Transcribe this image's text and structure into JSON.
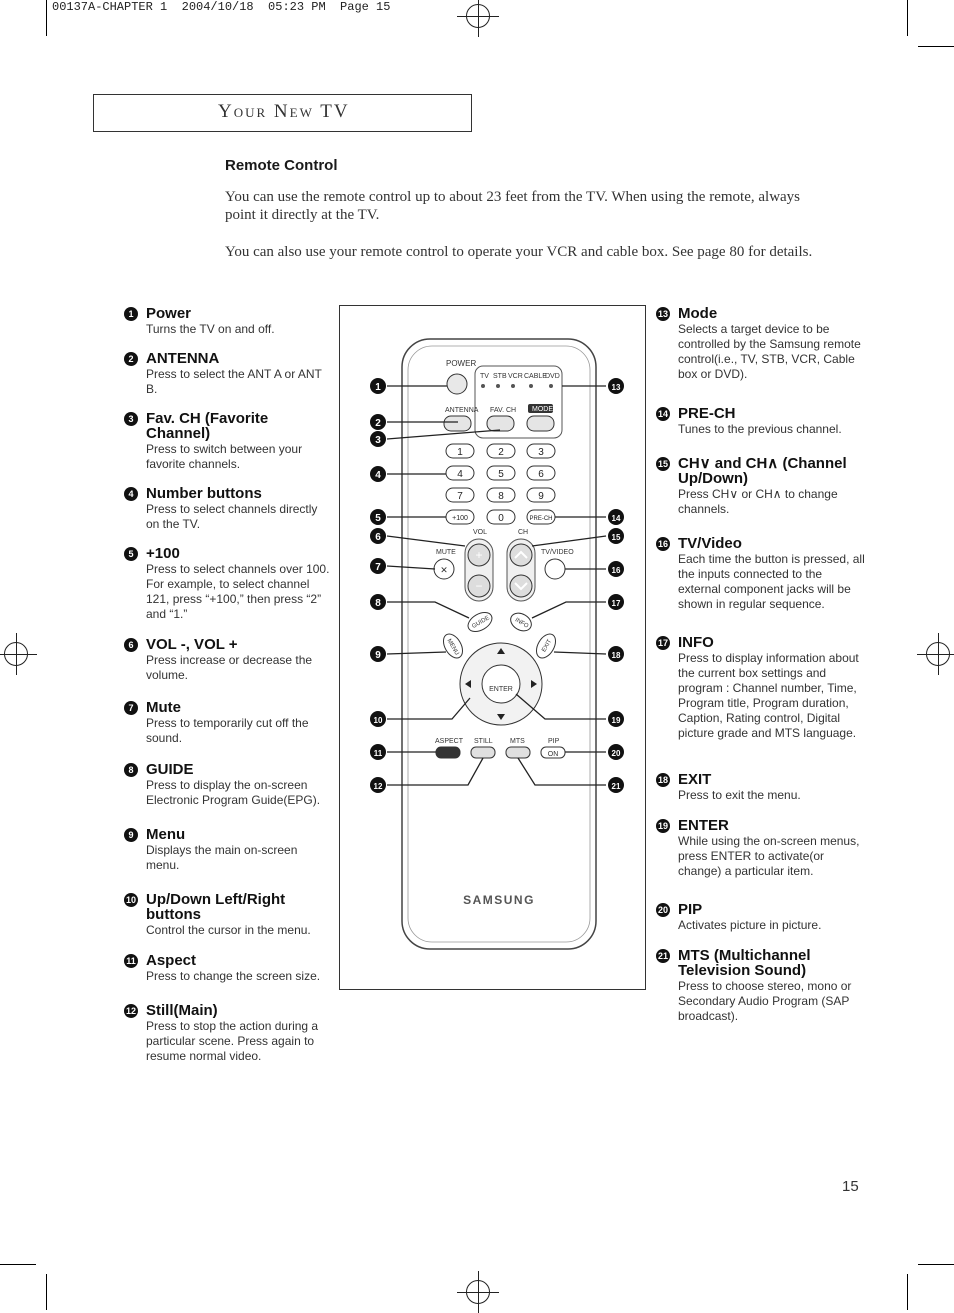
{
  "print_header": "00137A-CHAPTER 1  2004/10/18  05:23 PM  Page 15",
  "section_title": "Your New TV",
  "heading": "Remote Control",
  "intro": [
    "You can use the remote control up to about 23 feet from the TV. When using the remote, always point it directly at the TV.",
    "You can also use your remote control to operate your VCR and cable box. See page 80 for details."
  ],
  "items_left": [
    {
      "n": "1",
      "title": "Power",
      "desc": "Turns the TV on and off."
    },
    {
      "n": "2",
      "title": "ANTENNA",
      "desc": "Press to select the ANT A or ANT B."
    },
    {
      "n": "3",
      "title": "Fav. CH (Favorite Channel)",
      "desc": "Press to switch between your favorite channels."
    },
    {
      "n": "4",
      "title": "Number buttons",
      "desc": "Press to select channels directly on the TV."
    },
    {
      "n": "5",
      "title": "+100",
      "desc": "Press to select channels over 100. For example, to select channel 121, press “+100,” then press “2” and “1.”"
    },
    {
      "n": "6",
      "title": "VOL -, VOL +",
      "desc": "Press increase or decrease the volume."
    },
    {
      "n": "7",
      "title": "Mute",
      "desc": "Press to temporarily cut off the sound."
    },
    {
      "n": "8",
      "title": "GUIDE",
      "desc": "Press to display the on-screen Electronic Program Guide(EPG)."
    },
    {
      "n": "9",
      "title": "Menu",
      "desc": "Displays the main on-screen menu."
    },
    {
      "n": "10",
      "title": "Up/Down Left/Right buttons",
      "desc": "Control the cursor in the menu."
    },
    {
      "n": "11",
      "title": "Aspect",
      "desc": "Press to change the screen size."
    },
    {
      "n": "12",
      "title": "Still(Main)",
      "desc": "Press to stop the action during a particular scene. Press again to resume normal video."
    }
  ],
  "items_right": [
    {
      "n": "13",
      "title": "Mode",
      "desc": "Selects a target device to be controlled by the Samsung remote control(i.e., TV, STB, VCR, Cable box or DVD)."
    },
    {
      "n": "14",
      "title": "PRE-CH",
      "desc": "Tunes to the previous channel."
    },
    {
      "n": "15",
      "title": "CH∨ and CH∧ (Channel Up/Down)",
      "desc": "Press CH∨ or CH∧ to change channels."
    },
    {
      "n": "16",
      "title": "TV/Video",
      "desc": "Each time the button is pressed, all the inputs connected to the external component jacks will be shown in regular sequence."
    },
    {
      "n": "17",
      "title": "INFO",
      "desc": "Press to display information about the current box settings and program : Channel number, Time, Program title, Program duration, Caption, Rating control, Digital picture grade and MTS language."
    },
    {
      "n": "18",
      "title": "EXIT",
      "desc": "Press to exit the menu."
    },
    {
      "n": "19",
      "title": "ENTER",
      "desc": "While using the on-screen menus, press ENTER to activate(or change) a particular item."
    },
    {
      "n": "20",
      "title": "PIP",
      "desc": "Activates picture in picture."
    },
    {
      "n": "21",
      "title": "MTS (Multichannel Television Sound)",
      "desc": "Press to choose stereo, mono or Secondary Audio Program (SAP broadcast)."
    }
  ],
  "remote": {
    "power_label": "POWER",
    "modes": [
      "TV",
      "STB",
      "VCR",
      "CABLE",
      "DVD"
    ],
    "antenna_label": "ANTENNA",
    "favch_label": "FAV. CH",
    "mode_label": "MODE",
    "digits": [
      "1",
      "2",
      "3",
      "4",
      "5",
      "6",
      "7",
      "8",
      "9",
      "+100",
      "0",
      "PRE-CH"
    ],
    "vol_label": "VOL",
    "ch_label": "CH",
    "mute_label": "MUTE",
    "tvvideo_label": "TV/VIDEO",
    "guide_label": "GUIDE",
    "info_label": "INFO",
    "menu_label": "MENU",
    "exit_label": "EXIT",
    "enter_label": "ENTER",
    "aspect_label": "ASPECT",
    "still_label": "STILL",
    "mts_label": "MTS",
    "pip_label": "PIP",
    "on_label": "ON",
    "brand": "SAMSUNG"
  },
  "page_number": "15"
}
